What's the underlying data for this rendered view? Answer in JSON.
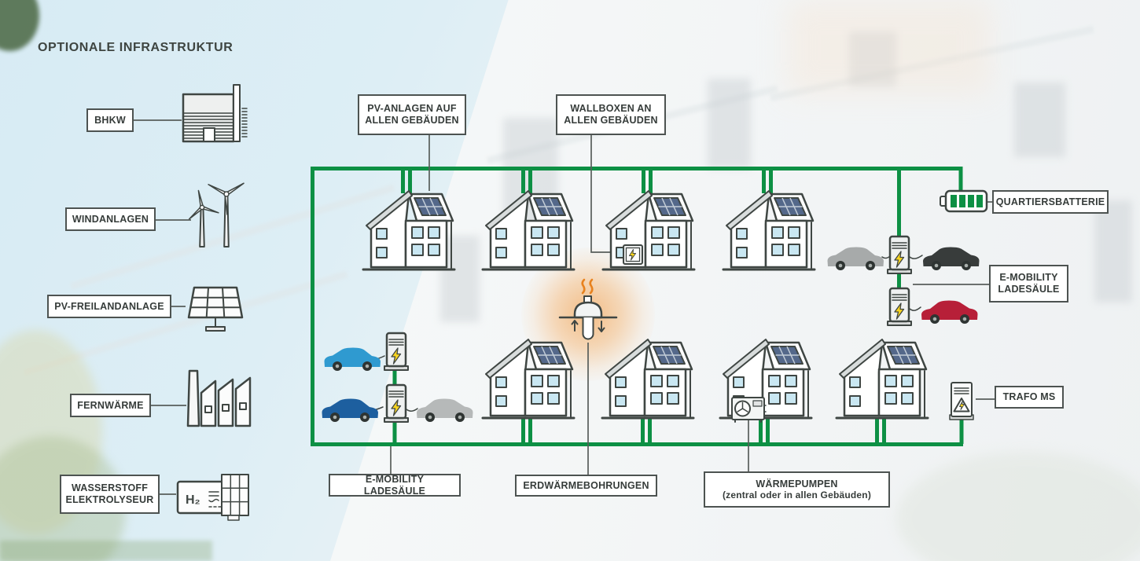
{
  "header": {
    "title": "OPTIONALE INFRASTRUKTUR"
  },
  "sidebar": {
    "items": [
      {
        "label": "BHKW",
        "icon": "chp-plant-icon"
      },
      {
        "label": "WINDANLAGEN",
        "icon": "wind-turbines-icon"
      },
      {
        "label": "PV-FREILANDANLAGE",
        "icon": "ground-mounted-pv-icon"
      },
      {
        "label": "FERNWÄRME",
        "icon": "district-heating-plant-icon"
      },
      {
        "label": "WASSERSTOFF ELEKTROLYSEUR",
        "icon": "hydrogen-electrolyzer-icon"
      }
    ]
  },
  "main": {
    "callouts": {
      "pv_all_buildings": {
        "label": "PV-ANLAGEN AUF ALLEN GEBÄUDEN"
      },
      "wallboxes": {
        "label": "WALLBOXEN AN ALLEN GEBÄUDEN"
      },
      "district_battery": {
        "label": "QUARTIERSBATTERIE"
      },
      "ev_charging_right": {
        "label": "E-MOBILITY LADESÄULE"
      },
      "trafo": {
        "label": "TRAFO MS"
      },
      "ev_charging_bottom": {
        "label": "E-MOBILITY LADESÄULE"
      },
      "geothermal": {
        "label": "ERDWÄRMEBOHRUNGEN"
      },
      "heat_pumps": {
        "title": "WÄRMEPUMPEN",
        "subtitle": "(zentral oder in allen Gebäuden)"
      }
    }
  },
  "icons": {
    "h2_label": "H₂",
    "names": [
      "house-with-rooftop-pv-icon",
      "ev-charging-station-icon",
      "ev-car-icon",
      "district-battery-icon",
      "wallbox-icon",
      "geothermal-probe-icon",
      "heat-pump-icon",
      "transformer-cabinet-icon"
    ]
  },
  "colors": {
    "grid_green": "#0d9044",
    "glow_orange": "#ef9440",
    "bolt_yellow": "#f8d41f",
    "solar_panel_blue": "#54688a",
    "window_blue": "#c9e7f2",
    "car_light_blue": "#2f9ad0",
    "car_dark_blue": "#1d5f9f",
    "car_silver": "#b6b9b9",
    "car_gray": "#a7aaaa",
    "car_black": "#383c3b",
    "car_red": "#b71f38"
  }
}
